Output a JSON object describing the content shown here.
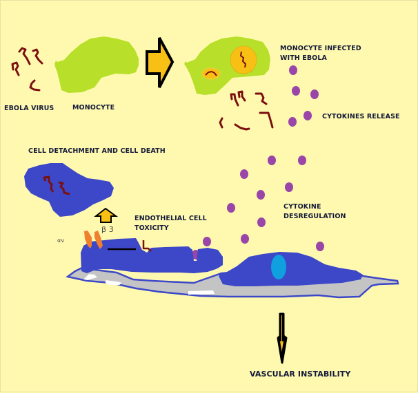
{
  "diagram": {
    "title": "Ebola virus pathogenesis leading to vascular instability",
    "colors": {
      "background": "#fff9b0",
      "monocyte": "#b8e02a",
      "virus": "#7a1010",
      "arrow_fill": "#f8c014",
      "arrow_stroke": "#000000",
      "cytokine": "#9a45a8",
      "endothelial_cell": "#3c48c8",
      "nucleus": "#10a0e0",
      "basement_membrane": "#c4c4c4",
      "integrin": "#f08030",
      "vacuole": "#f8c014"
    },
    "labels": {
      "ebola_virus": "EBOLA  VIRUS",
      "monocyte": "MONOCYTE",
      "monocyte_infected_line1": "MONOCYTE INFECTED",
      "monocyte_infected_line2": "WITH EBOLA",
      "cytokines_release": "CYTOKINES RELEASE",
      "cell_detachment": "CELL DETACHMENT AND CELL DEATH",
      "endothelial_toxicity_line1": "ENDOTHELIAL CELL",
      "endothelial_toxicity_line2": "TOXICITY",
      "beta3": "β 3",
      "alpha_v": "αv",
      "cytokine_desregulation_line1": "CYTOKINE",
      "cytokine_desregulation_line2": "DESREGULATION",
      "vascular_instability": "VASCULAR INSTABILITY"
    },
    "icons": {
      "infection_arrow": "right-arrow-icon",
      "detachment_arrow": "up-arrow-icon",
      "outcome_arrow": "down-arrow-icon"
    }
  }
}
